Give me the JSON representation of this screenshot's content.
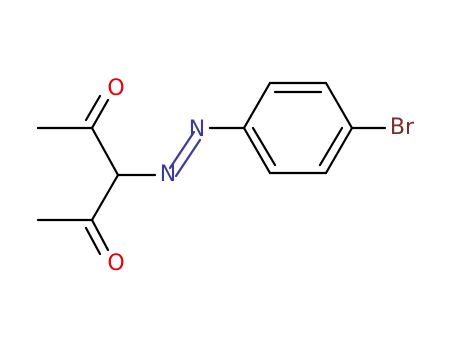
{
  "molecule": {
    "atoms": {
      "oxygen_top": "O",
      "oxygen_bottom": "O",
      "nitrogen_upper": "N",
      "nitrogen_lower": "N",
      "bromine": "Br"
    },
    "colors": {
      "bond": "#000000",
      "oxygen": "#e8000b",
      "nitrogen": "#3b3b98",
      "bromine": "#7a2d2d",
      "background": "#ffffff"
    }
  }
}
